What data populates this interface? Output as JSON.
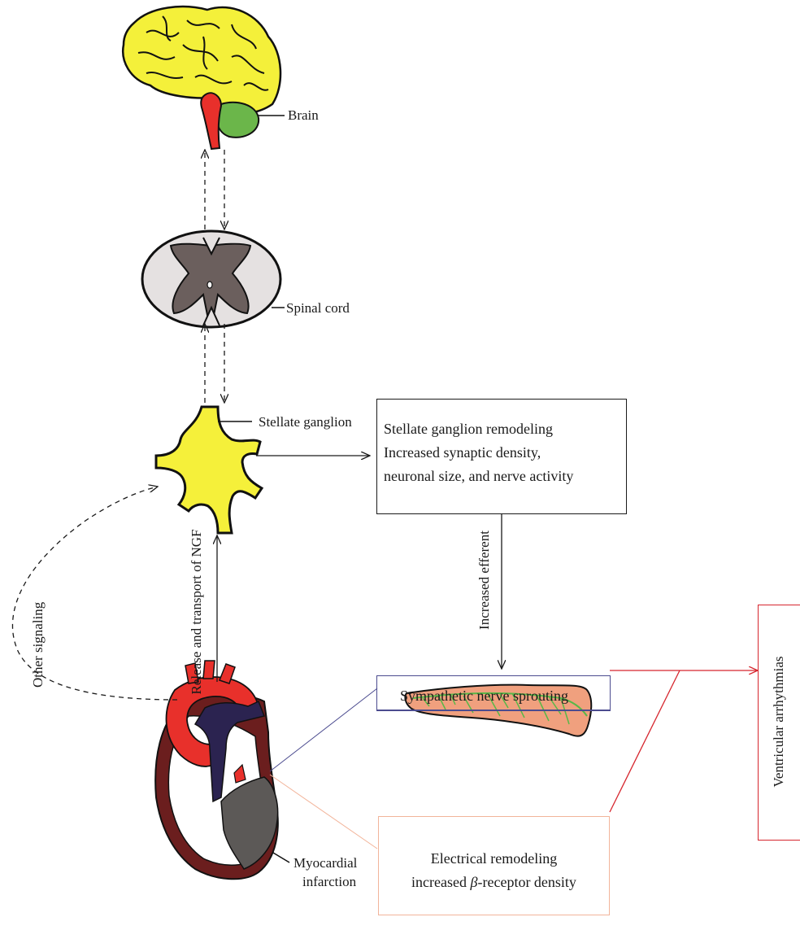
{
  "labels": {
    "brain": "Brain",
    "spinal_cord": "Spinal cord",
    "stellate_ganglion": "Stellate ganglion",
    "myocardial_line1": "Myocardial",
    "myocardial_line2": "infarction",
    "other_signaling": "Other signaling",
    "ngf": "Release and transport of NGF",
    "increased_efferent": "Increased efferent"
  },
  "boxes": {
    "remodeling": {
      "line1": "Stellate ganglion remodeling",
      "line2": "Increased synaptic density,",
      "line3": "neuronal size, and nerve activity"
    },
    "sprouting": {
      "label": "Sympathetic nerve sprouting"
    },
    "electrical": {
      "line1": "Electrical remodeling",
      "line2_pre": "increased ",
      "line2_beta": "β",
      "line2_post": "-receptor density"
    },
    "ventricular": {
      "label": "Ventricular arrhythmias"
    }
  },
  "colors": {
    "brain": "#f4f03a",
    "cerebellum": "#6bb64a",
    "brainstem": "#e8302b",
    "ganglion": "#f5f03a",
    "spinal_outer": "#e5e1e1",
    "spinal_inner": "#6b5f5d",
    "nerve_tissue": "#f0a07e",
    "nerve_fibers": "#58b848",
    "heart_red": "#e8302b",
    "heart_dark": "#6b1e1e",
    "heart_navy": "#2b2350",
    "heart_gray": "#5c5957",
    "sprouting_border": "#4b4b8f",
    "electrical_border": "#f2b49a",
    "red_line": "#d6262e"
  }
}
